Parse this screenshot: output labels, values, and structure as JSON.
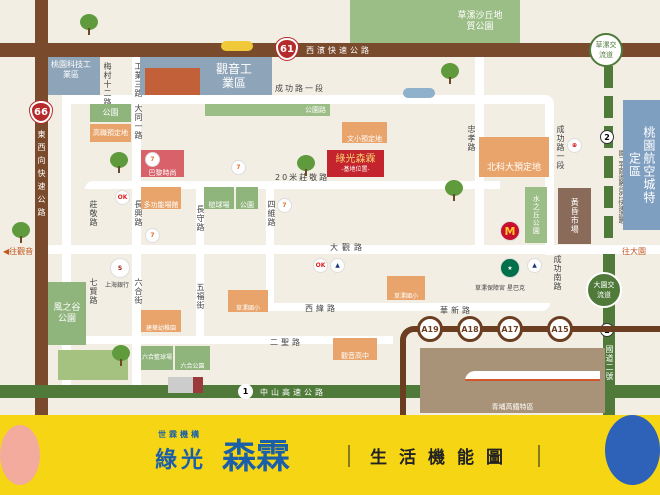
{
  "roads": {
    "west_coast_expressway": "西濱快速公路",
    "route_61": "61",
    "route_66": "66",
    "east_west_expressway": "東西向快速公路",
    "chenggong_rd": "成功路一段",
    "chenggong_rd_v": "成功路一段",
    "zhuangjing_20m": "20米莊敬路",
    "daguan_rd": "大觀路",
    "huaxin_rd": "華新路",
    "ersheng_rd": "二聖路",
    "zhongshan_hwy": "中山高速公路",
    "route_1": "1",
    "route_2": "2",
    "national_hwy_2": "國道二號",
    "datong_rd": "大同一路",
    "gongye_3rd": "工業三路",
    "fuxing_12": "梅村十二路",
    "zhuangjing_rd": "莊敬路",
    "changxing_rd": "長興路",
    "changshou_rd": "長守路",
    "sixian_rd": "四維路",
    "zhongxiao_rd": "忠孝路",
    "qizhi_rd": "七賢路",
    "liuhe_st": "六合街",
    "wufu_st": "五福街",
    "xiwei_rd": "西緯路",
    "chenggong_s_rd": "成功南路",
    "to_guanyin": "往觀音",
    "to_dayuan": "往大園",
    "ring_2": "國二平面道路台61快速道路"
  },
  "areas": {
    "tech_park": "桃園科技工業區",
    "guanyin_industrial": "觀音工業區",
    "dune_park": "草漯沙丘地質公園",
    "caota_interchange": "草漯交流道",
    "aerotropolis": "桃園航空城特定區",
    "park": "公園",
    "high_school_site": "高職預定地",
    "park_road": "公園路",
    "elementary_site": "文小預定地",
    "bazaar": "巴黎時尚",
    "site_brand": "綠光森霖",
    "site_sub": "-基地位置-",
    "ntut_site": "北科大預定地",
    "shuizhiqiu_park": "水之丘公園",
    "market": "黃昏市場",
    "sports_hall": "多功能場館",
    "gateball": "槌球場",
    "park2": "公園",
    "fengzhigu_park": "風之谷公園",
    "shanghai_bank": "上海銀行",
    "jianhua_kindergarten": "建華幼稚園",
    "caota_elementary": "草漯國小",
    "guanyin_high": "觀音高中",
    "liuhe_basketball": "六合籃球場",
    "liuhe_park": "六合公園",
    "dayuan_interchange": "大園交流道",
    "hsr_zone": "青埔高鐵特區",
    "temple": "草漯保障宮",
    "starbucks": "星巴克"
  },
  "mrt_stations": [
    "A19",
    "A18",
    "A17",
    "A15"
  ],
  "banner": {
    "developer": "世霖機構",
    "brand_a": "綠光",
    "brand_b": "森霖",
    "title": "生活機能圖"
  },
  "colors": {
    "brown_road": "#7a4a2c",
    "green_road": "#4f7a3a",
    "banner": "#f5d514",
    "site_red": "#c4242e",
    "brand_blue": "#1a5fa8"
  }
}
